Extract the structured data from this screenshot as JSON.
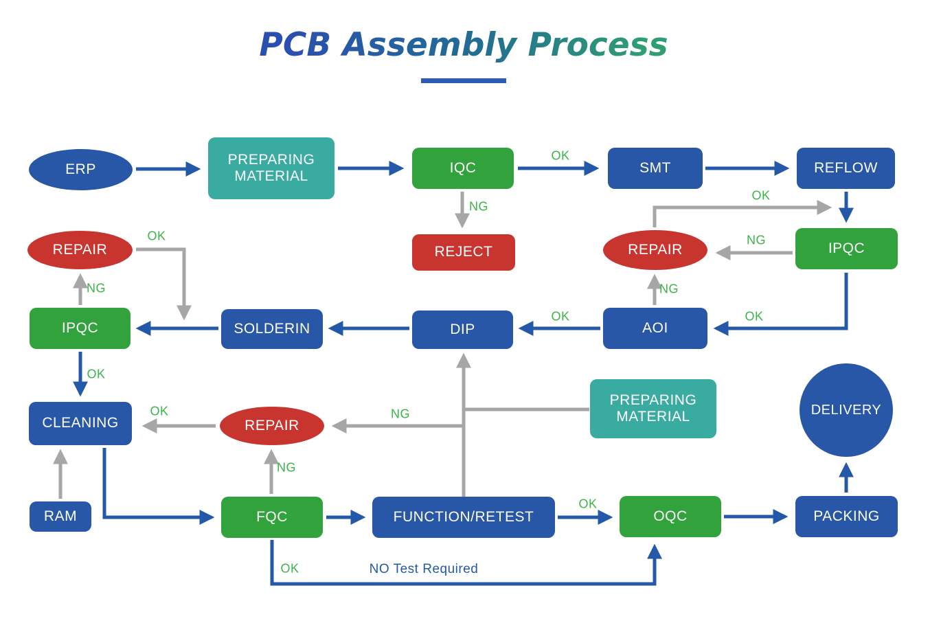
{
  "title": {
    "text": "PCB Assembly Process"
  },
  "colors": {
    "node_blue": "#2757A6",
    "node_green": "#31A23C",
    "node_teal": "#3AABA0",
    "node_red": "#C8342E",
    "arrow_blue": "#2458A8",
    "arrow_gray": "#A6A6A6",
    "label_green": "#3CB44A",
    "label_blue": "#2458A8",
    "title_gradient": [
      "#2A4FB0",
      "#216F92",
      "#2F9E73"
    ],
    "title_underline": "#2B5BB7"
  },
  "nodes": {
    "erp": {
      "label": "ERP",
      "shape": "ellipse",
      "color": "blue"
    },
    "preparing_material_1": {
      "label": "PREPARING MATERIAL",
      "shape": "rect",
      "color": "teal"
    },
    "iqc": {
      "label": "IQC",
      "shape": "rect",
      "color": "green"
    },
    "smt": {
      "label": "SMT",
      "shape": "rect",
      "color": "blue"
    },
    "reflow": {
      "label": "REFLOW",
      "shape": "rect",
      "color": "blue"
    },
    "repair_left": {
      "label": "REPAIR",
      "shape": "ellipse",
      "color": "red"
    },
    "reject": {
      "label": "REJECT",
      "shape": "rect",
      "color": "red"
    },
    "repair_right": {
      "label": "REPAIR",
      "shape": "ellipse",
      "color": "red"
    },
    "ipqc_right": {
      "label": "IPQC",
      "shape": "rect",
      "color": "green"
    },
    "ipqc_left": {
      "label": "IPQC",
      "shape": "rect",
      "color": "green"
    },
    "soldering": {
      "label": "SOLDERIN",
      "shape": "rect",
      "color": "blue"
    },
    "dip": {
      "label": "DIP",
      "shape": "rect",
      "color": "blue"
    },
    "aoi": {
      "label": "AOI",
      "shape": "rect",
      "color": "blue"
    },
    "cleaning": {
      "label": "CLEANING",
      "shape": "rect",
      "color": "blue"
    },
    "repair_bottom": {
      "label": "REPAIR",
      "shape": "ellipse",
      "color": "red"
    },
    "preparing_material_2": {
      "label": "PREPARING MATERIAL",
      "shape": "rect",
      "color": "teal"
    },
    "delivery": {
      "label": "DELIVERY",
      "shape": "circle",
      "color": "blue"
    },
    "ram": {
      "label": "RAM",
      "shape": "rect",
      "color": "blue"
    },
    "fqc": {
      "label": "FQC",
      "shape": "rect",
      "color": "green"
    },
    "function_retest": {
      "label": "FUNCTION/RETEST",
      "shape": "rect",
      "color": "blue"
    },
    "oqc": {
      "label": "OQC",
      "shape": "rect",
      "color": "green"
    },
    "packing": {
      "label": "PACKING",
      "shape": "rect",
      "color": "blue"
    }
  },
  "edge_labels": {
    "iqc_to_smt": "OK",
    "iqc_to_reject": "NG",
    "repair_right_to_ipqc": "OK",
    "ipqc_right_to_repair": "NG",
    "aoi_to_repair": "NG",
    "ipqc_right_to_aoi": "OK",
    "aoi_to_dip": "OK",
    "repair_left_return": "OK",
    "ipqc_left_to_repair": "NG",
    "ipqc_left_to_cleaning": "OK",
    "repair_bottom_to_cleaning": "OK",
    "function_to_repair": "NG",
    "fqc_to_repair": "NG",
    "function_to_oqc": "OK",
    "fqc_bypass": "OK",
    "no_test_required": "NO Test Required"
  }
}
